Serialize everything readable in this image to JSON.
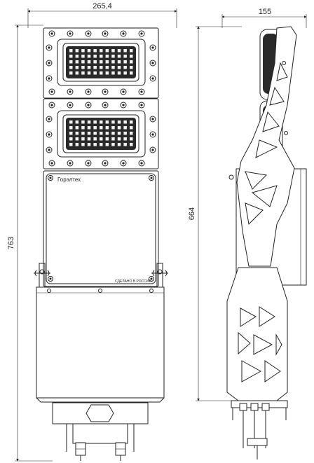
{
  "dimensions": {
    "front_width": "265,4",
    "side_width": "155",
    "total_height": "763",
    "side_height": "664"
  },
  "labels": {
    "brand": "Горэлтех",
    "made_in": "СДЕЛАНО В РОССИИ"
  },
  "colors": {
    "line": "#222222",
    "background": "#ffffff"
  }
}
